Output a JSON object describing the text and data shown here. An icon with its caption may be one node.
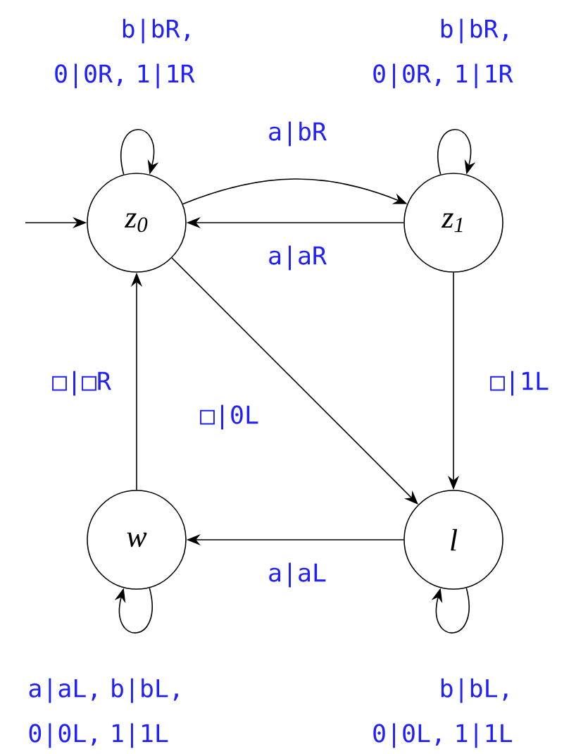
{
  "diagram": {
    "nodes": [
      {
        "text": [
          "z$_{0}$"
        ]
      },
      {
        "text": [
          "z$_{1}$"
        ]
      },
      {
        "text": [
          "w"
        ]
      },
      {
        "text": [
          "l"
        ]
      }
    ],
    "edges": [
      {
        "from": null,
        "to": 0,
        "arrow": "to"
      },
      {
        "from": 0,
        "to": 0,
        "arrow": "to",
        "label": "b|bR, 0|0R, 1|1R"
      },
      {
        "from": 0,
        "to": 1,
        "arrow": "to",
        "label": "a|bR"
      },
      {
        "from": 1,
        "to": 0,
        "arrow": "to",
        "label": "a|aR"
      },
      {
        "from": 1,
        "to": 1,
        "arrow": "to",
        "label": "b|bR, 0|0R, 1|1R"
      },
      {
        "from": 0,
        "to": 3,
        "arrow": "to",
        "label": "□|0L"
      },
      {
        "from": 1,
        "to": 3,
        "arrow": "to",
        "label": "□|1L"
      },
      {
        "from": 3,
        "to": 2,
        "arrow": "to",
        "label": "a|aL"
      },
      {
        "from": 2,
        "to": 0,
        "arrow": "to",
        "label": "□|□R"
      },
      {
        "from": 2,
        "to": 2,
        "arrow": "to",
        "label": "a|aL, b|bL, 0|0L, 1|1L"
      },
      {
        "from": 3,
        "to": 3,
        "arrow": "to",
        "label": "b|bL, 0|0L, 1|1L"
      }
    ]
  }
}
